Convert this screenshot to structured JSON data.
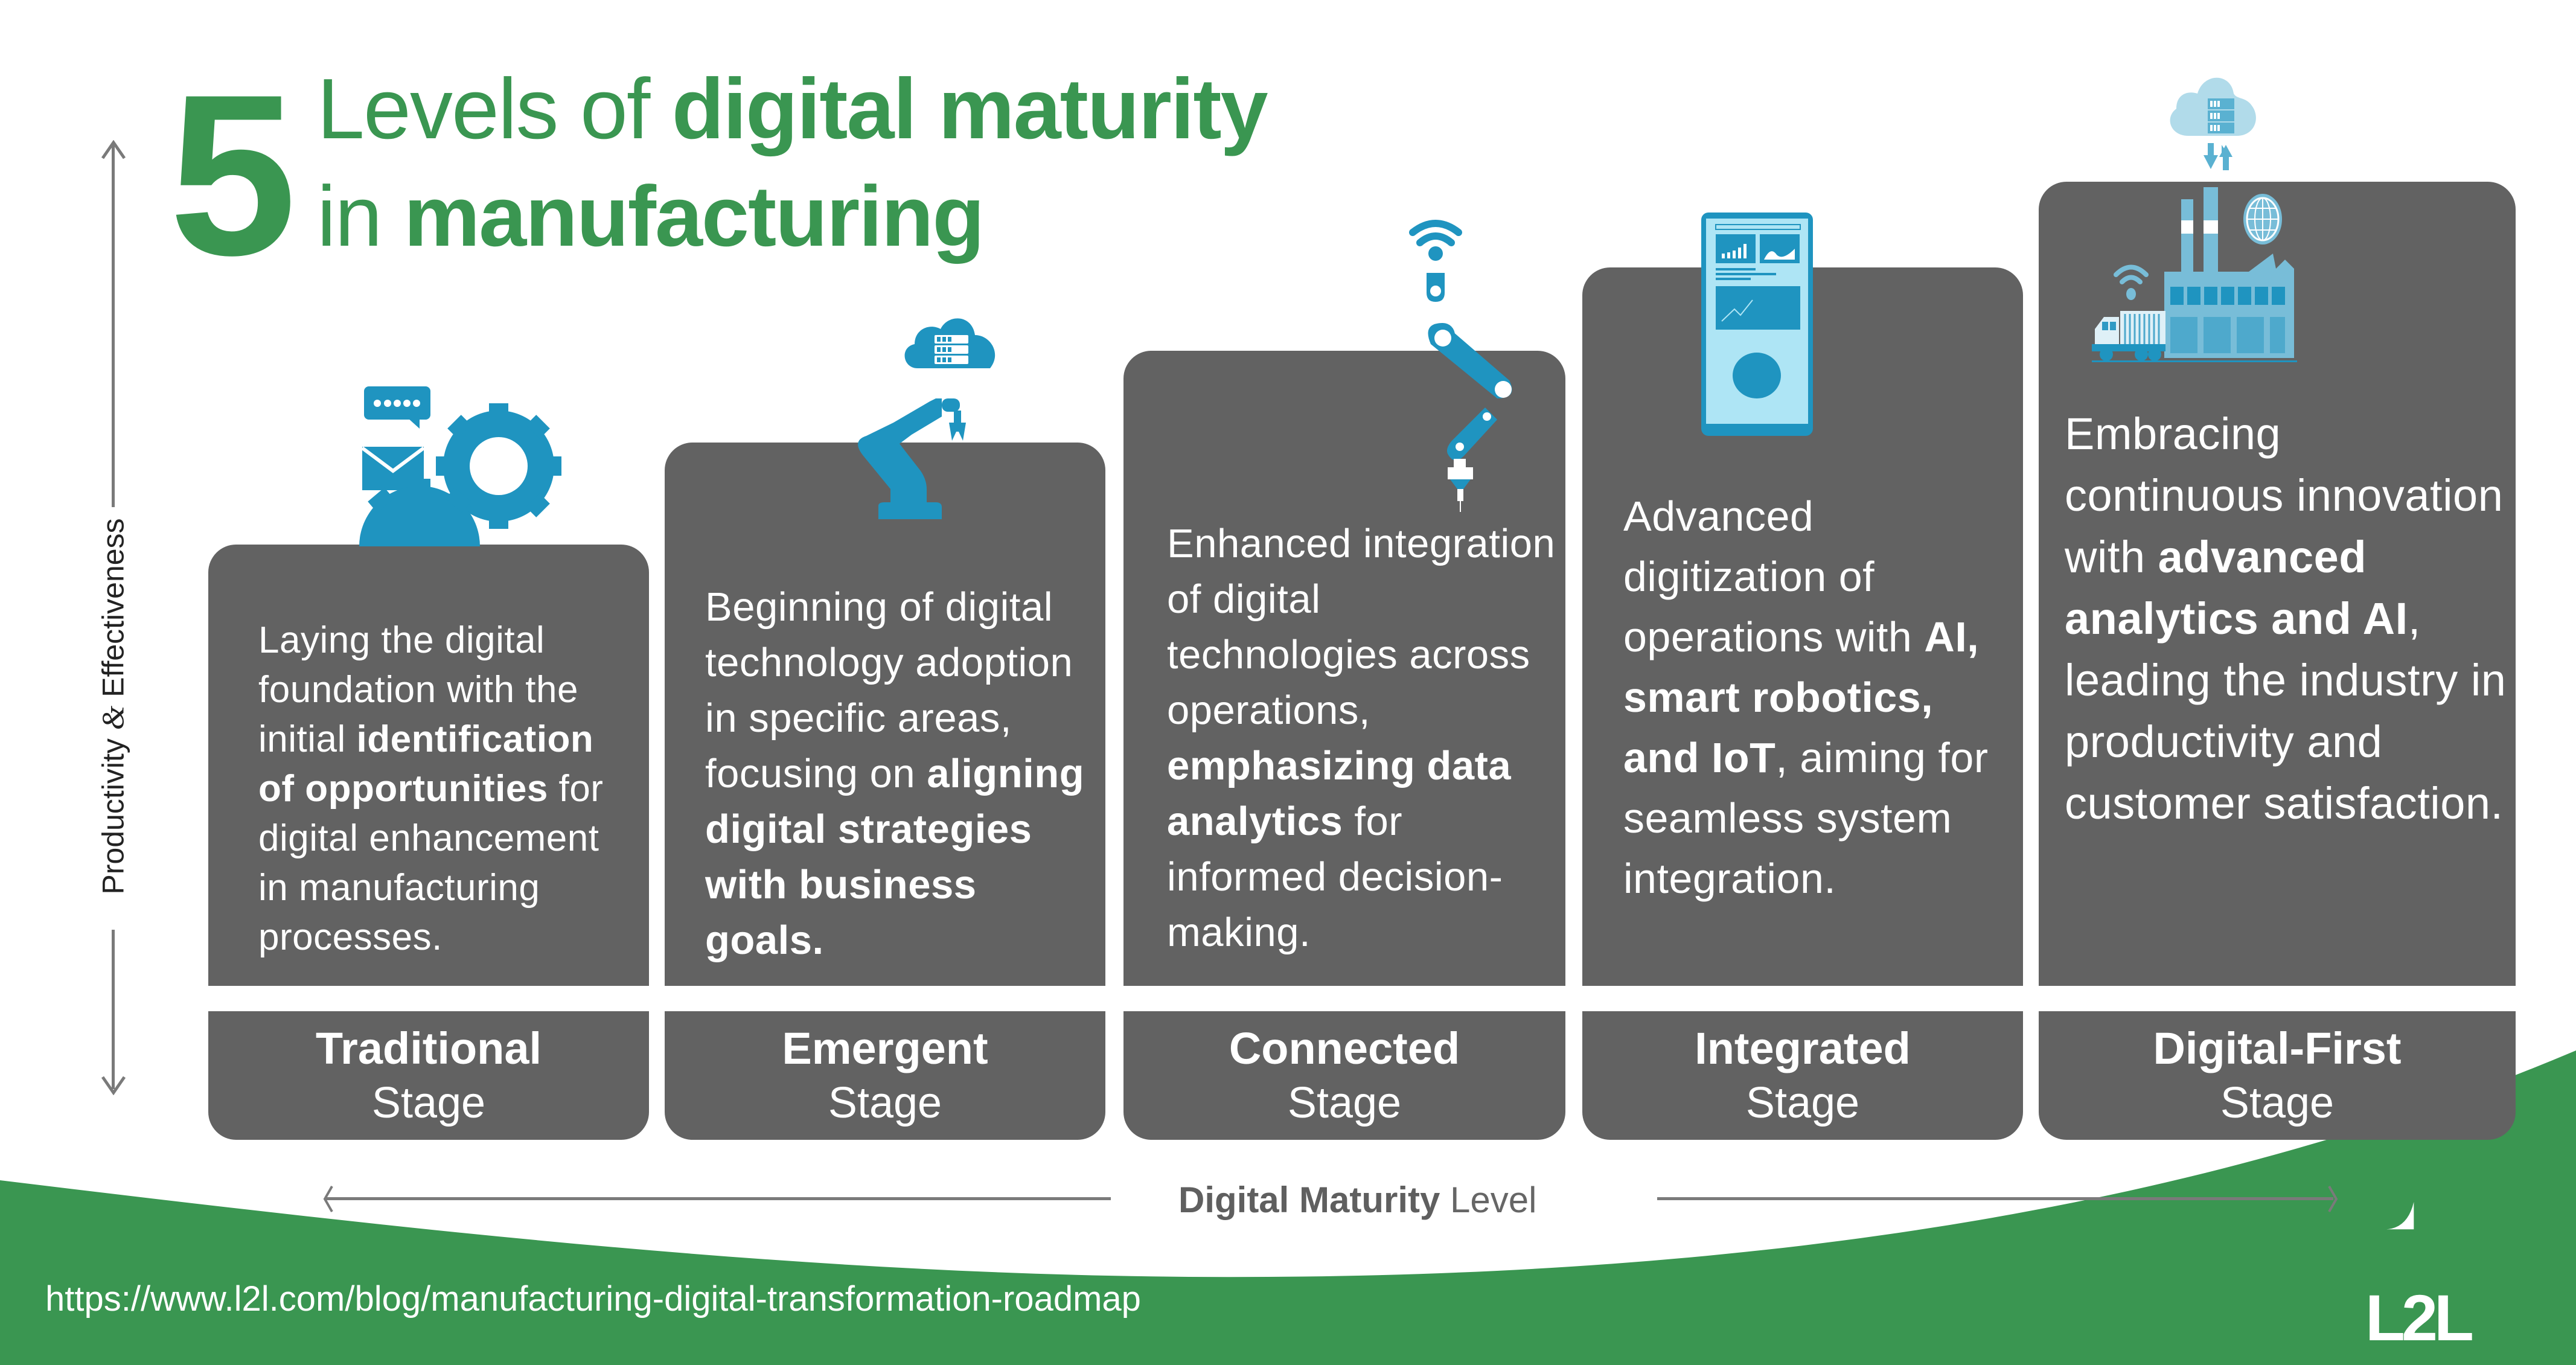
{
  "title": {
    "number": "5",
    "line1_light": "Levels of ",
    "line1_bold": "digital maturity",
    "line2_light": "in ",
    "line2_bold": "manufacturing"
  },
  "axes": {
    "vertical_label_part1": "Productivity ",
    "vertical_label_amp": "&",
    "vertical_label_part2": " Effectiveness",
    "horizontal_label_bold": "Digital Maturity",
    "horizontal_label_light": " Level"
  },
  "stages": [
    {
      "name": "Traditional",
      "suffix": "Stage",
      "icon": "gear-chat-mail-icon",
      "text_parts": [
        {
          "t": "Laying the digital foundation with the initial ",
          "b": false
        },
        {
          "t": "identification of opportunities",
          "b": true
        },
        {
          "t": " for digital enhancement in manufacturing processes.",
          "b": false
        }
      ]
    },
    {
      "name": "Emergent",
      "suffix": "Stage",
      "icon": "robot-arm-cloud-icon",
      "text_parts": [
        {
          "t": "Beginning of digital technology adoption in specific areas, focusing on ",
          "b": false
        },
        {
          "t": "aligning digital strategies with business goals.",
          "b": true
        }
      ]
    },
    {
      "name": "Connected",
      "suffix": "Stage",
      "icon": "wifi-robot-arm-icon",
      "text_parts": [
        {
          "t": "Enhanced integration of digital technologies across operations, ",
          "b": false
        },
        {
          "t": "emphasizing data analytics",
          "b": true
        },
        {
          "t": " for informed decision-making.",
          "b": false
        }
      ]
    },
    {
      "name": "Integrated",
      "suffix": "Stage",
      "icon": "tablet-dashboard-icon",
      "text_parts": [
        {
          "t": "Advanced digitization of operations with ",
          "b": false
        },
        {
          "t": "AI, smart robotics, and IoT",
          "b": true
        },
        {
          "t": ", aiming for seamless system integration.",
          "b": false
        }
      ]
    },
    {
      "name": "Digital-First",
      "suffix": "Stage",
      "icon": "factory-cloud-truck-icon",
      "text_parts": [
        {
          "t": "Embracing continuous innovation with ",
          "b": false
        },
        {
          "t": "advanced analytics and AI",
          "b": true
        },
        {
          "t": ", leading the industry in productivity and customer satisfaction.",
          "b": false
        }
      ]
    }
  ],
  "footer": {
    "url": "https://www.l2l.com/blog/manufacturing-digital-transformation-roadmap",
    "logo_text": "L2L"
  },
  "colors": {
    "brand_green": "#3a9651",
    "card_gray": "#626262",
    "icon_blue": "#1f94c0",
    "icon_light_blue": "#78bdd8",
    "axis_gray": "#7a7a7a"
  }
}
